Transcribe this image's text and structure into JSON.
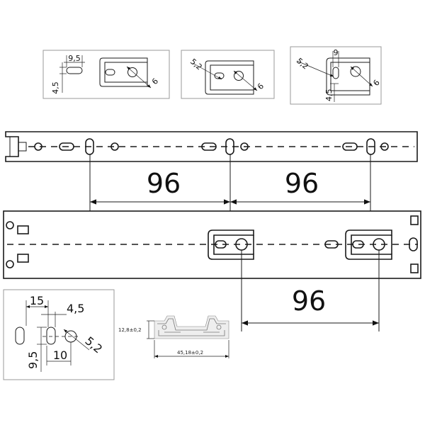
{
  "main_pitch": {
    "top_rail_left": "96",
    "top_rail_right": "96",
    "bottom_rail": "96"
  },
  "inset_1": {
    "width": "9,5",
    "height": "4,5",
    "hole": "6"
  },
  "inset_2": {
    "slot": "5,2",
    "hole": "6"
  },
  "inset_3": {
    "width": "9",
    "slot": "5,2",
    "hole": "6",
    "height": "4,5"
  },
  "detail": {
    "dist": "15",
    "offset": "4,5",
    "slot": "5,2",
    "height": "9,5",
    "width": "10"
  },
  "profile": {
    "height": "12,8±0,2",
    "width": "45,18±0,2"
  }
}
